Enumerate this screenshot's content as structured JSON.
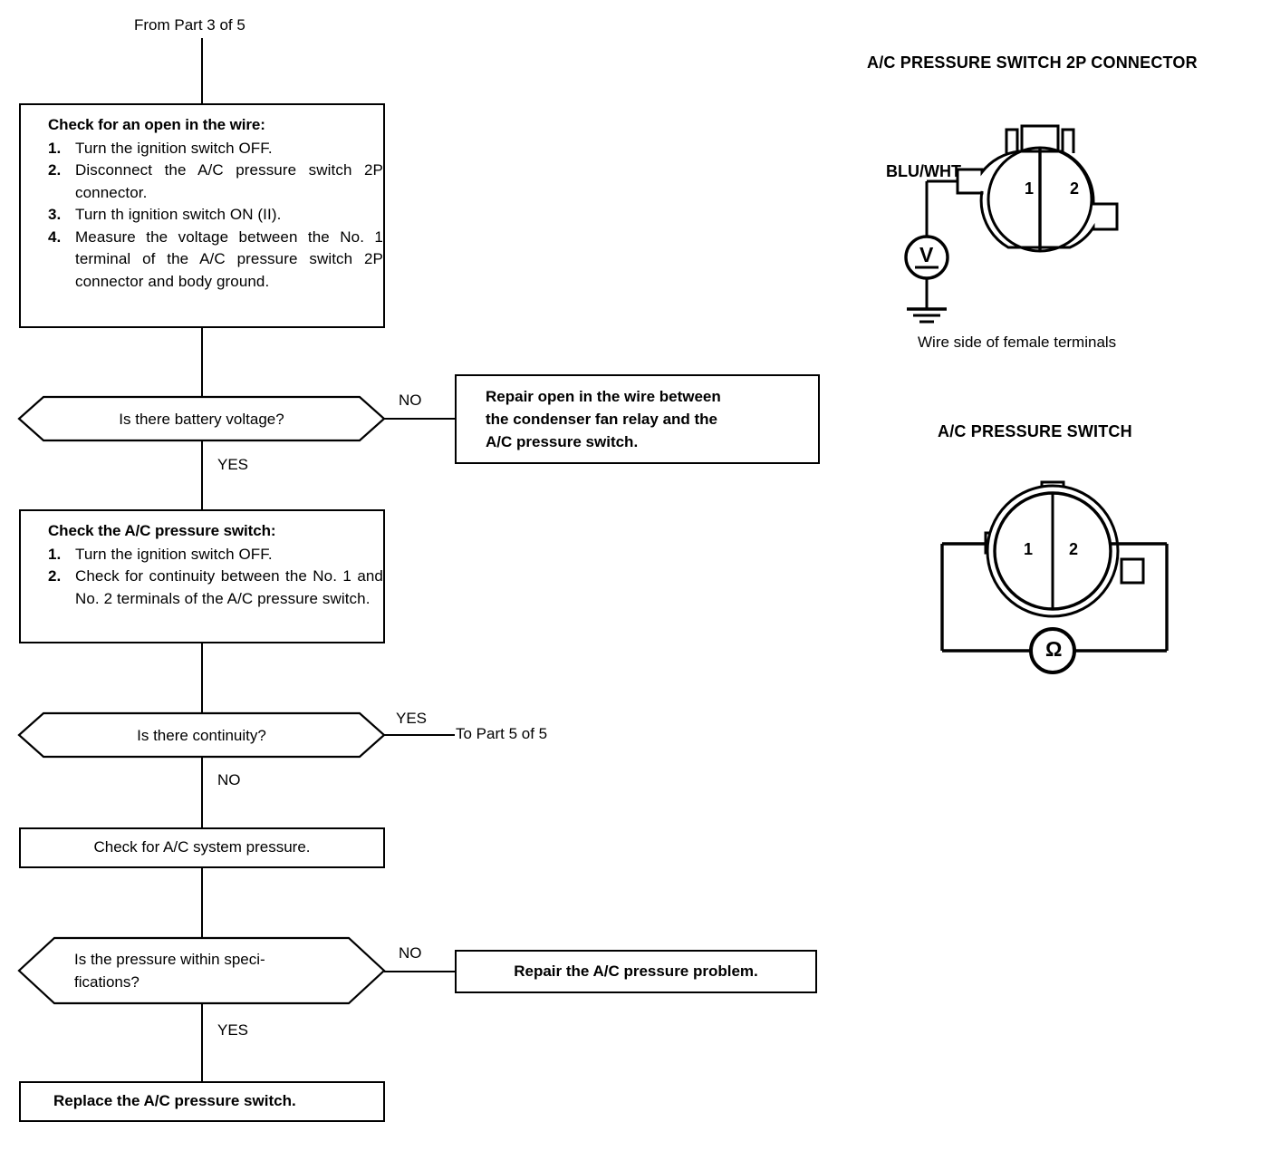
{
  "flow": {
    "entry_label": "From Part 3 of 5",
    "exit_label": "To Part 5 of 5",
    "box1": {
      "title": "Check for an open in the wire:",
      "steps": [
        {
          "num": "1.",
          "text": "Turn the ignition switch OFF."
        },
        {
          "num": "2.",
          "text": "Disconnect the A/C pressure switch 2P connector."
        },
        {
          "num": "3.",
          "text": "Turn th ignition switch ON (II)."
        },
        {
          "num": "4.",
          "text": "Measure the voltage between the No. 1 terminal of the A/C pressure switch 2P connector and body ground."
        }
      ]
    },
    "decision1": {
      "text": "Is there battery voltage?",
      "yes_label": "YES",
      "no_label": "NO"
    },
    "repair1": {
      "line1": "Repair open in the wire between",
      "line2": "the condenser fan relay and the",
      "line3": "A/C pressure switch."
    },
    "box2": {
      "title": "Check the A/C pressure switch:",
      "steps": [
        {
          "num": "1.",
          "text": "Turn the ignition switch OFF."
        },
        {
          "num": "2.",
          "text": "Check for continuity between the No. 1 and No. 2 terminals of the A/C pressure switch."
        }
      ]
    },
    "decision2": {
      "text": "Is there continuity?",
      "yes_label": "YES",
      "no_label": "NO"
    },
    "box3": {
      "text": "Check for A/C system pressure."
    },
    "decision3": {
      "line1": "Is the pressure within speci-",
      "line2": "fications?",
      "yes_label": "YES",
      "no_label": "NO"
    },
    "repair2": {
      "text": "Repair the A/C pressure problem."
    },
    "box4": {
      "text": "Replace the A/C pressure switch."
    }
  },
  "panel_connector": {
    "heading": "A/C PRESSURE SWITCH 2P CONNECTOR",
    "wire_label": "BLU/WHT",
    "terminal_1": "1",
    "terminal_2": "2",
    "meter_symbol": "V",
    "caption": "Wire side of female terminals"
  },
  "panel_switch": {
    "heading": "A/C PRESSURE SWITCH",
    "terminal_1": "1",
    "terminal_2": "2",
    "meter_symbol": "Ω"
  },
  "colors": {
    "ink": "#000000",
    "paper": "#ffffff"
  }
}
